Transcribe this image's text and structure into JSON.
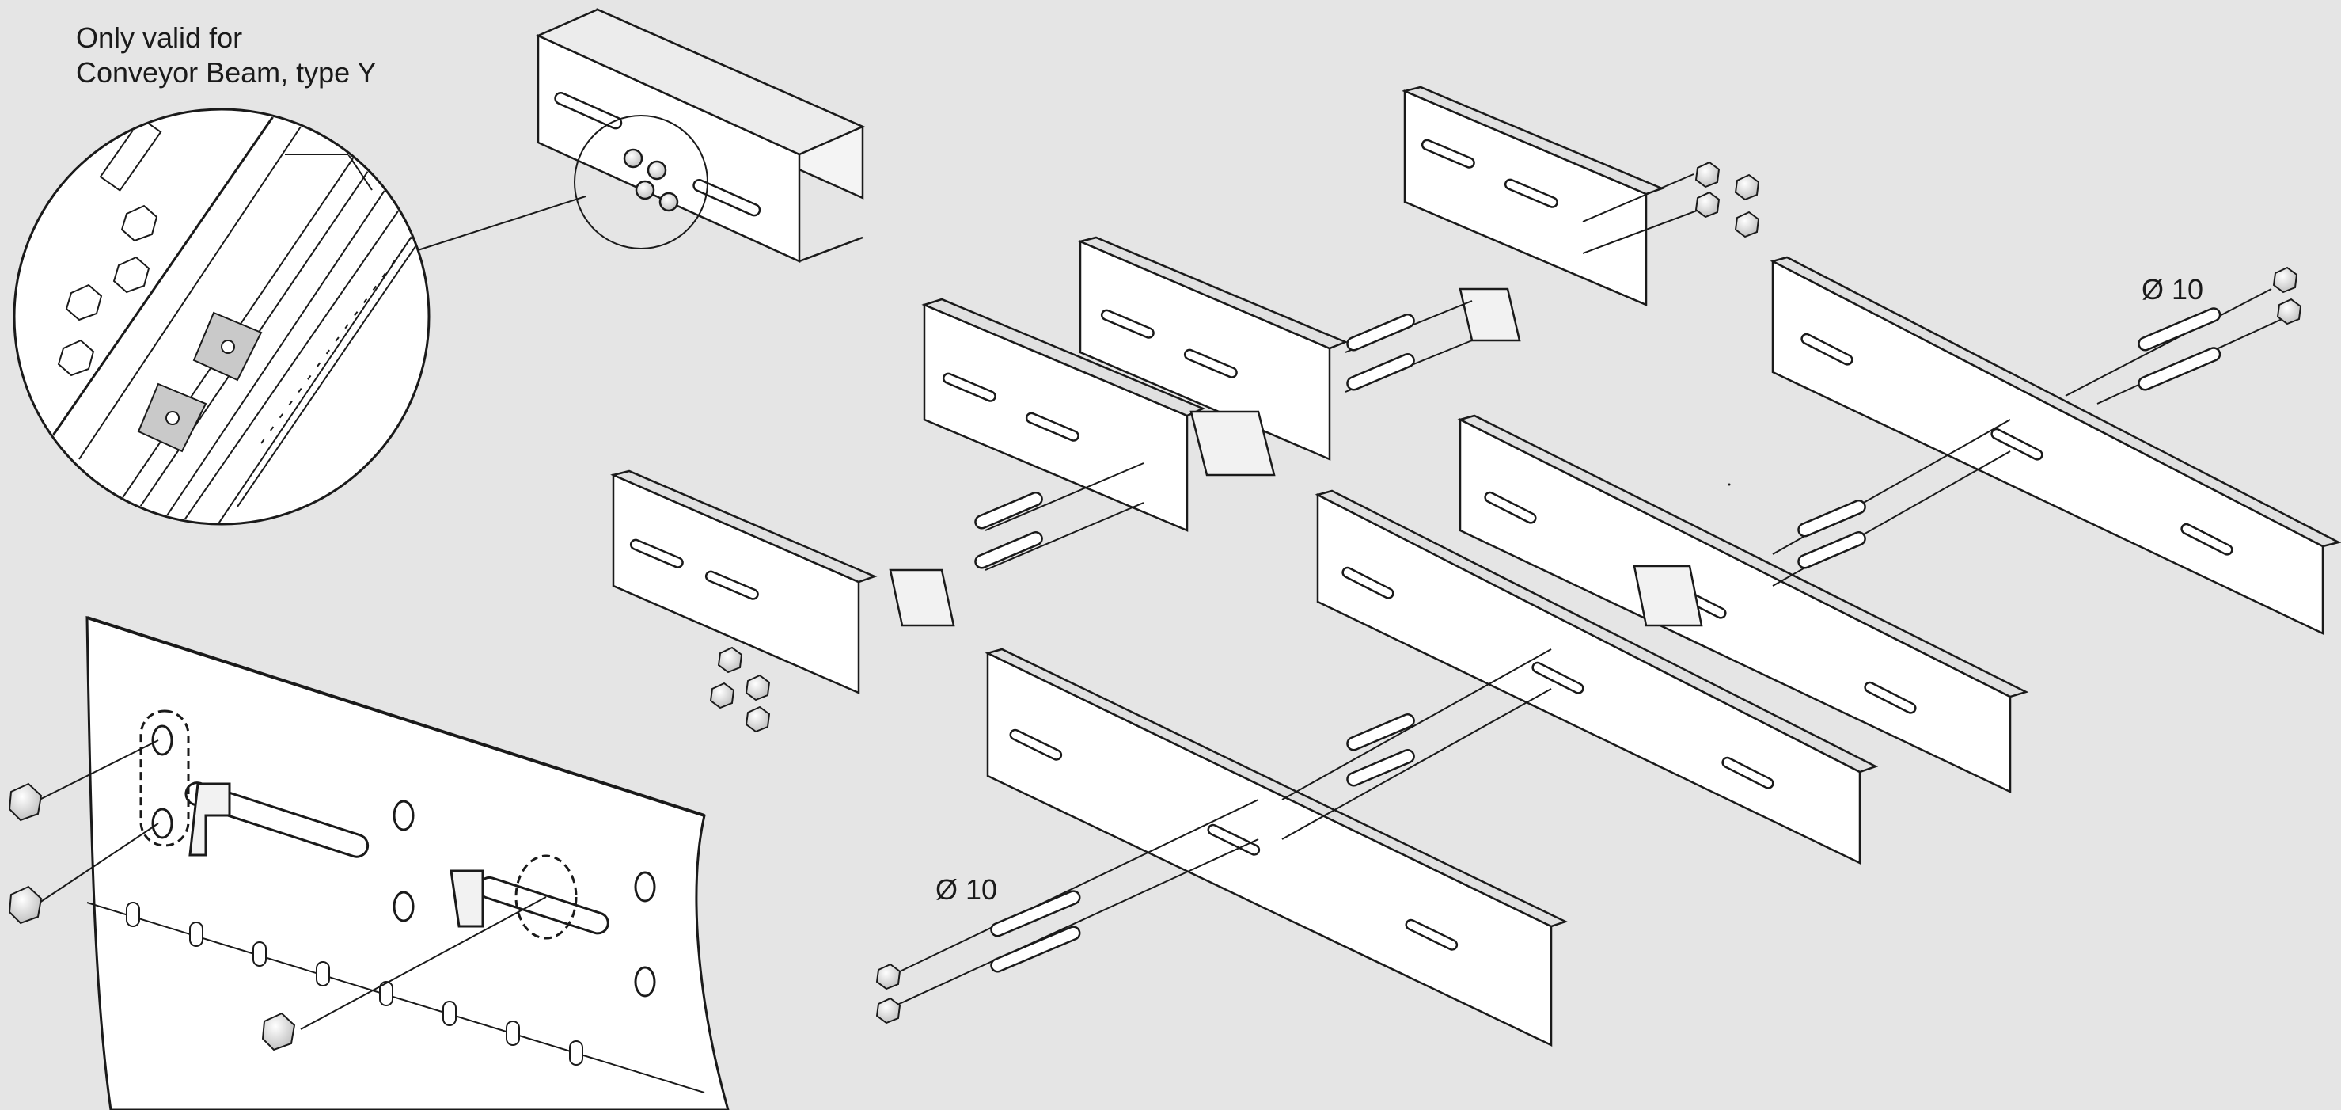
{
  "note": {
    "line1": "Only valid for",
    "line2": "Conveyor Beam, type Y"
  },
  "dims": {
    "right": "Ø 10",
    "left": "Ø 10"
  },
  "colors": {
    "background": "#e5e5e5",
    "line": "#1a1a1a",
    "part_fill": "#ffffff",
    "shade": "#c9c9c9"
  }
}
